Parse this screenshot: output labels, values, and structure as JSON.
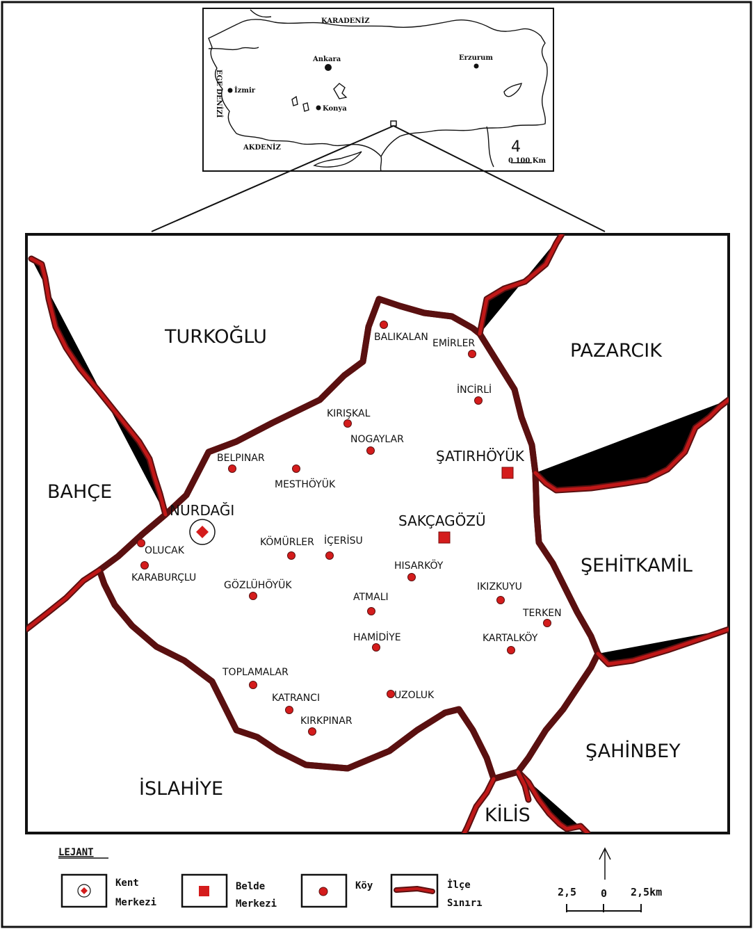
{
  "inset": {
    "seas": [
      {
        "id": "karadeniz",
        "label": "KARADENİZ"
      },
      {
        "id": "ege",
        "label": "EGE DENİZİ"
      },
      {
        "id": "akdeniz",
        "label": "AKDENİZ"
      }
    ],
    "cities": [
      {
        "id": "ankara",
        "label": "Ankara"
      },
      {
        "id": "erzurum",
        "label": "Erzurum"
      },
      {
        "id": "izmir",
        "label": "İzmir"
      },
      {
        "id": "konya",
        "label": "Konya"
      }
    ],
    "north_symbol": "4",
    "scale_label": "0  100 Km"
  },
  "main_map": {
    "districts": [
      {
        "id": "turkoglu",
        "label": "TURKOĞLU"
      },
      {
        "id": "pazarcik",
        "label": "PAZARCIK"
      },
      {
        "id": "bahce",
        "label": "BAHÇE"
      },
      {
        "id": "sehitkamil",
        "label": "ŞEHİTKAMİL"
      },
      {
        "id": "sahinbey",
        "label": "ŞAHİNBEY"
      },
      {
        "id": "islahiye",
        "label": "İSLAHİYE"
      },
      {
        "id": "kilis",
        "label": "KİLİS"
      }
    ],
    "city_center": {
      "label": "NURDAĞI"
    },
    "towns": [
      {
        "id": "satirhoyuk",
        "label": "ŞATIRHÖYÜK"
      },
      {
        "id": "sakcagozu",
        "label": "SAKÇAGÖZÜ"
      }
    ],
    "villages": [
      {
        "id": "balikalan",
        "label": "BALIKALAN"
      },
      {
        "id": "emirler",
        "label": "EMİRLER"
      },
      {
        "id": "incirli",
        "label": "İNCİRLİ"
      },
      {
        "id": "kiriskal",
        "label": "KIRIŞKAL"
      },
      {
        "id": "nogaylar",
        "label": "NOGAYLAR"
      },
      {
        "id": "belpinar",
        "label": "BELPINAR"
      },
      {
        "id": "mesthoyuk",
        "label": "MESTHÖYÜK"
      },
      {
        "id": "olucak",
        "label": "OLUCAK"
      },
      {
        "id": "karaburclu",
        "label": "KARABURÇLU"
      },
      {
        "id": "komurler",
        "label": "KÖMÜRLER"
      },
      {
        "id": "icerisu",
        "label": "İÇERİSU"
      },
      {
        "id": "hisarkoy",
        "label": "HISARKÖY"
      },
      {
        "id": "gozluhoyuk",
        "label": "GÖZLÜHÖYÜK"
      },
      {
        "id": "atmali",
        "label": "ATMALI"
      },
      {
        "id": "ikizkuyu",
        "label": "IKIZKUYU"
      },
      {
        "id": "terken",
        "label": "TERKEN"
      },
      {
        "id": "hamidiye",
        "label": "HAMİDİYE"
      },
      {
        "id": "kartalkoy",
        "label": "KARTALKÖY"
      },
      {
        "id": "toplamalar",
        "label": "TOPLAMALAR"
      },
      {
        "id": "uzoluk",
        "label": "UZOLUK"
      },
      {
        "id": "katranci",
        "label": "KATRANCI"
      },
      {
        "id": "kirkpinar",
        "label": "KIRKPINAR"
      }
    ]
  },
  "legend": {
    "title": "LEJANT",
    "items": [
      {
        "id": "kent",
        "line1": "Kent",
        "line2": "Merkezi"
      },
      {
        "id": "belde",
        "line1": "Belde",
        "line2": "Merkezi"
      },
      {
        "id": "koy",
        "line1": "Köy",
        "line2": ""
      },
      {
        "id": "ilce",
        "line1": "İlçe",
        "line2": "Sınırı"
      }
    ]
  },
  "scale": {
    "left": "2,5",
    "center": "0",
    "right": "2,5km"
  },
  "colors": {
    "boundary": "#c01818",
    "boundary_dark": "#5a1010",
    "marker": "#d41c1c",
    "ink": "#111111"
  }
}
